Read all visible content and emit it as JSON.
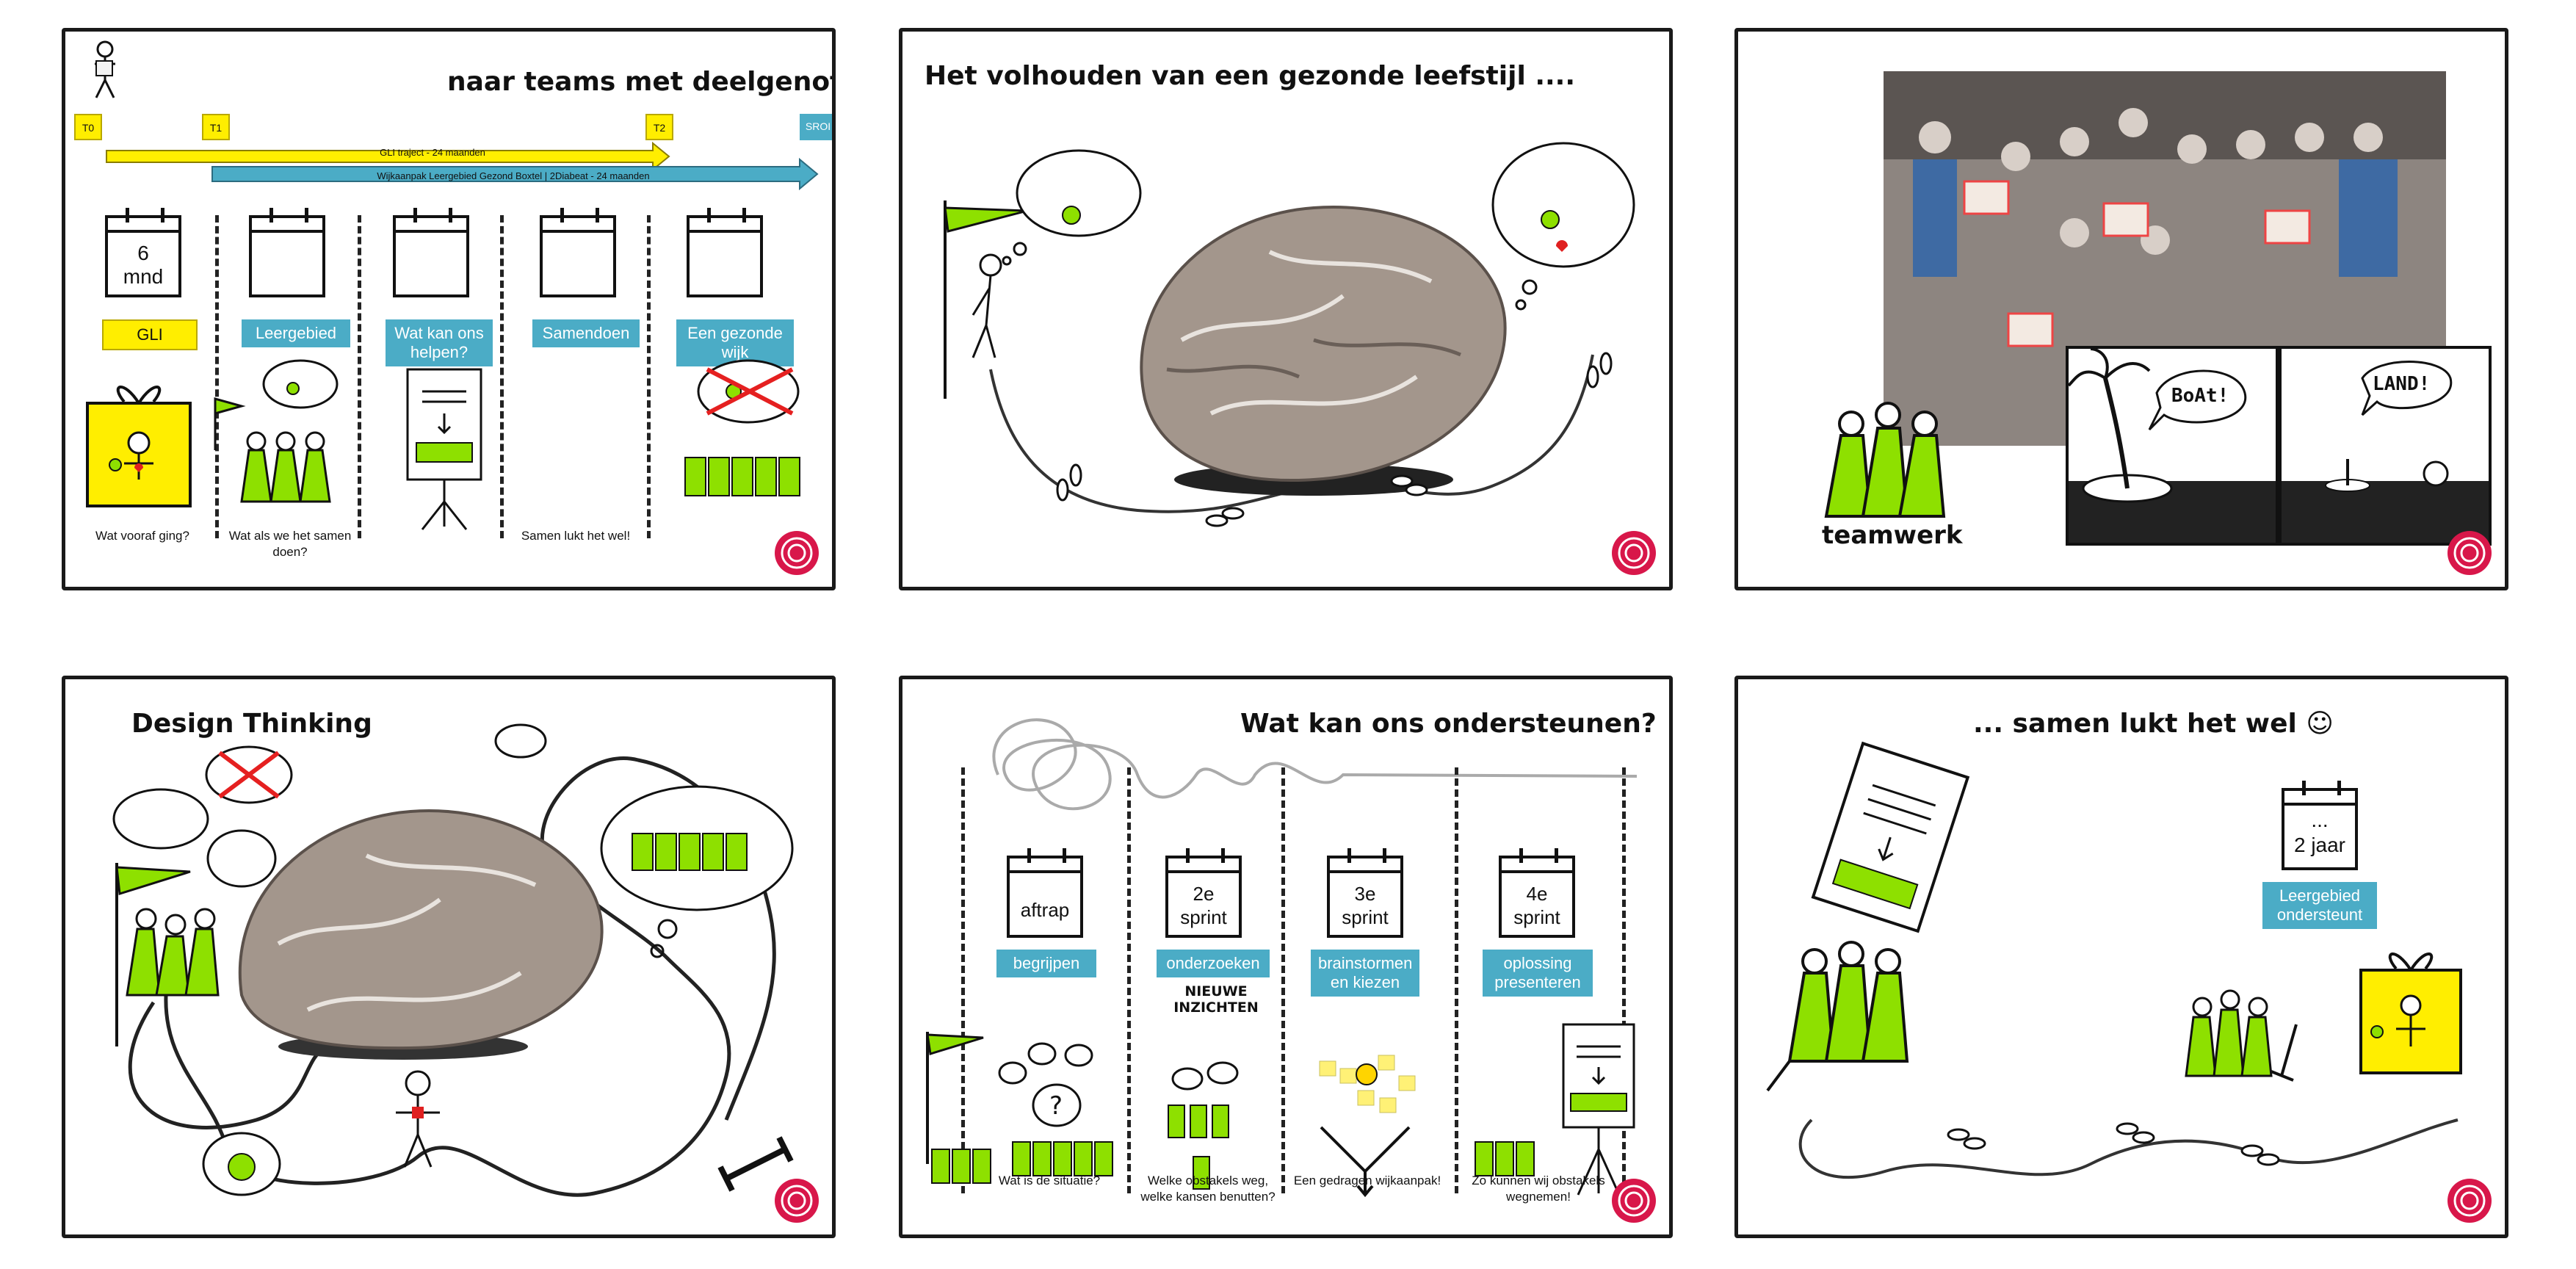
{
  "slides": [
    {
      "title": "naar teams met deelgenoten",
      "milestones": [
        "T0",
        "T1",
        "T2",
        "SROI"
      ],
      "bars": [
        "GLI traject - 24 maanden",
        "Wijkaanpak Leergebied Gezond Boxtel | 2Diabeat - 24 maanden"
      ],
      "calendar_text": "6 mnd",
      "columns": [
        {
          "tag": "GLI",
          "caption": "Wat vooraf ging?"
        },
        {
          "tag": "Leergebied",
          "caption": "Wat als we het samen doen?"
        },
        {
          "tag": "Wat kan ons helpen?",
          "caption": ""
        },
        {
          "tag": "Samendoen",
          "caption": "Samen lukt het wel!"
        },
        {
          "tag": "Een gezonde wijk",
          "caption": ""
        }
      ]
    },
    {
      "title": "Het volhouden van een gezonde leefstijl ...."
    },
    {
      "caption": "teamwerk",
      "comic_left": "BoAt!",
      "comic_right": "LAND!"
    },
    {
      "title": "Design Thinking"
    },
    {
      "title": "Wat kan ons ondersteunen?",
      "sprints": [
        {
          "cal": "aftrap",
          "tag": "begrijpen",
          "caption": "Wat is de situatie?"
        },
        {
          "cal": "2e sprint",
          "tag": "onderzoeken",
          "extra": "NIEUWE INZICHTEN",
          "caption": "Welke obstakels weg, welke kansen benutten?"
        },
        {
          "cal": "3e sprint",
          "tag": "brainstormen en kiezen",
          "caption": "Een gedragen wijkaanpak!"
        },
        {
          "cal": "4e sprint",
          "tag": "oplossing presenteren",
          "caption": "Zo kunnen wij obstakels wegnemen!"
        }
      ]
    },
    {
      "title": "... samen lukt het wel ☺",
      "calendar_top": "...",
      "calendar_bottom": "2 jaar",
      "tag": "Leergebied ondersteunt"
    }
  ],
  "colors": {
    "accent_blue": "#4bacc6",
    "accent_yellow": "#ffee00",
    "figure_green": "#8ee000",
    "logo_red": "#d8174a"
  }
}
